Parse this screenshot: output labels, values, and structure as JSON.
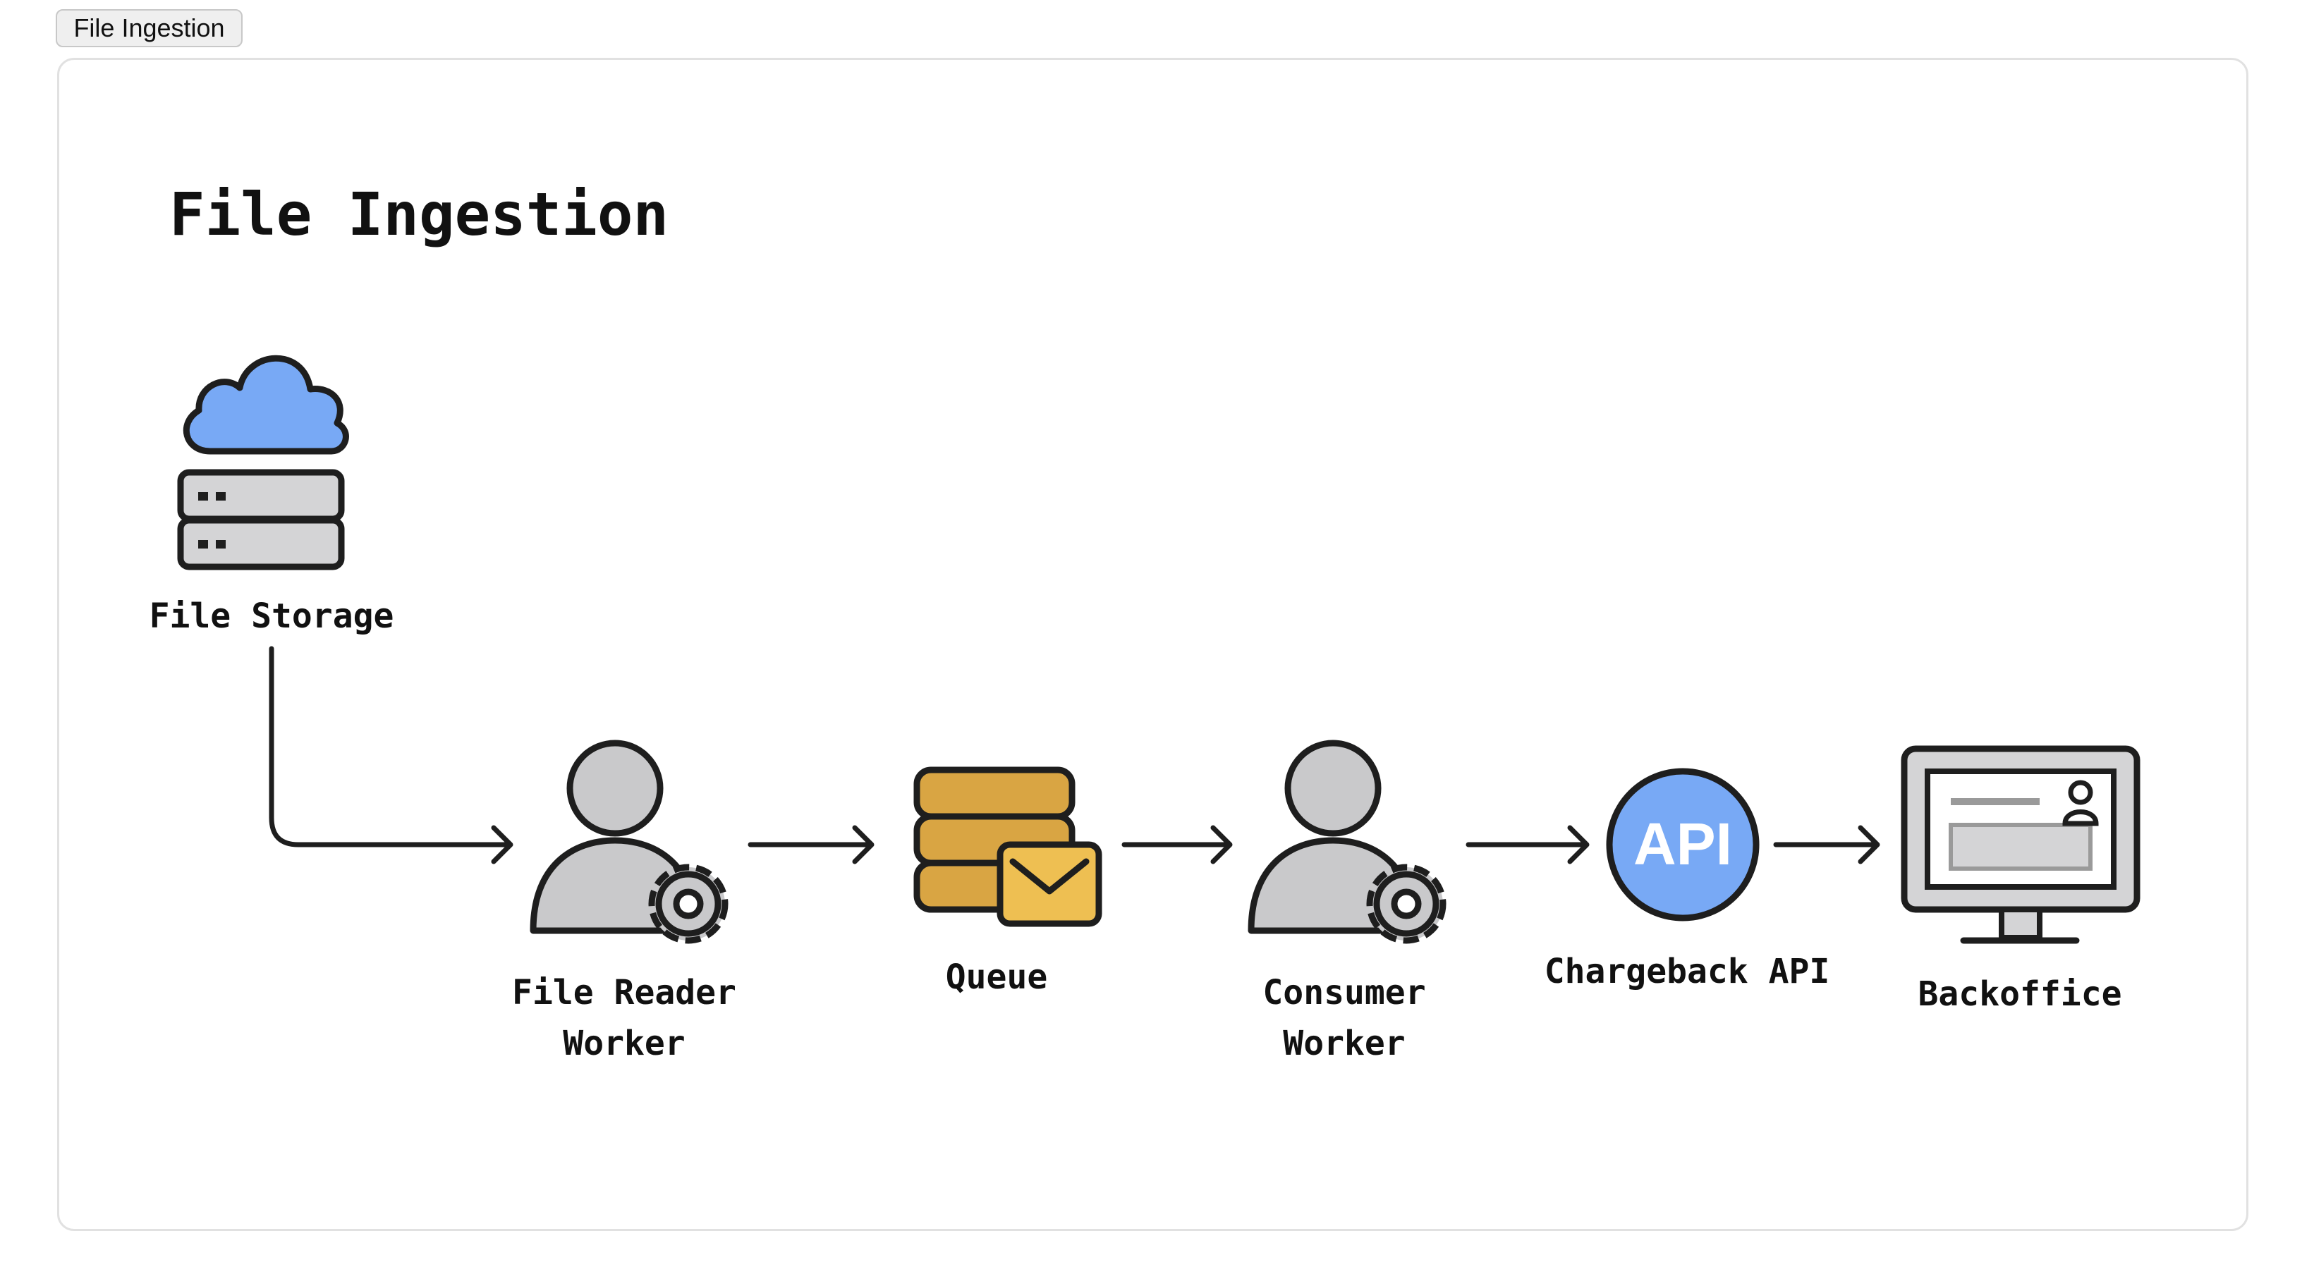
{
  "tab": {
    "label": "File Ingestion"
  },
  "diagram": {
    "title": "File Ingestion",
    "nodes": [
      {
        "id": "file-storage",
        "label": "File Storage",
        "icon": "cloud-server-icon"
      },
      {
        "id": "file-reader-worker",
        "label": "File Reader\nWorker",
        "icon": "user-gear-icon"
      },
      {
        "id": "queue",
        "label": "Queue",
        "icon": "queue-envelope-icon"
      },
      {
        "id": "consumer-worker",
        "label": "Consumer\nWorker",
        "icon": "user-gear-icon"
      },
      {
        "id": "chargeback-api",
        "label": "Chargeback API",
        "icon": "api-circle-icon",
        "icon_text": "API"
      },
      {
        "id": "backoffice",
        "label": "Backoffice",
        "icon": "monitor-icon"
      }
    ],
    "edges": [
      {
        "from": "file-storage",
        "to": "file-reader-worker"
      },
      {
        "from": "file-reader-worker",
        "to": "queue"
      },
      {
        "from": "queue",
        "to": "consumer-worker"
      },
      {
        "from": "consumer-worker",
        "to": "chargeback-api"
      },
      {
        "from": "chargeback-api",
        "to": "backoffice"
      }
    ]
  },
  "colors": {
    "cloud": "#78a9f5",
    "server": "#d4d4d6",
    "person": "#c9c9cb",
    "queue": "#d9a543",
    "envelope": "#eebf52",
    "api": "#78a9f5",
    "outline": "#1e1e1e"
  }
}
